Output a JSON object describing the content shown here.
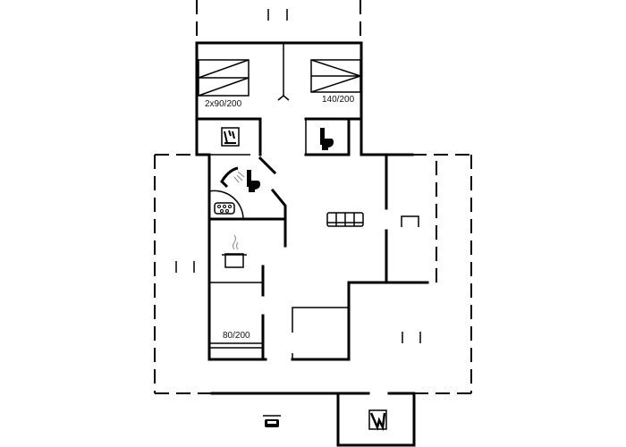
{
  "bed_labels": {
    "bedroom_1": "2x90/200",
    "bedroom_2": "140/200",
    "bedroom_3": "80/200"
  },
  "icons": [
    "bed-icon",
    "sauna-icon",
    "toilet-icon",
    "shower-icon",
    "whirlpool-icon",
    "sofa-icon",
    "chair-icon",
    "cooking-pot-icon",
    "car-icon",
    "fireplace-icon"
  ]
}
